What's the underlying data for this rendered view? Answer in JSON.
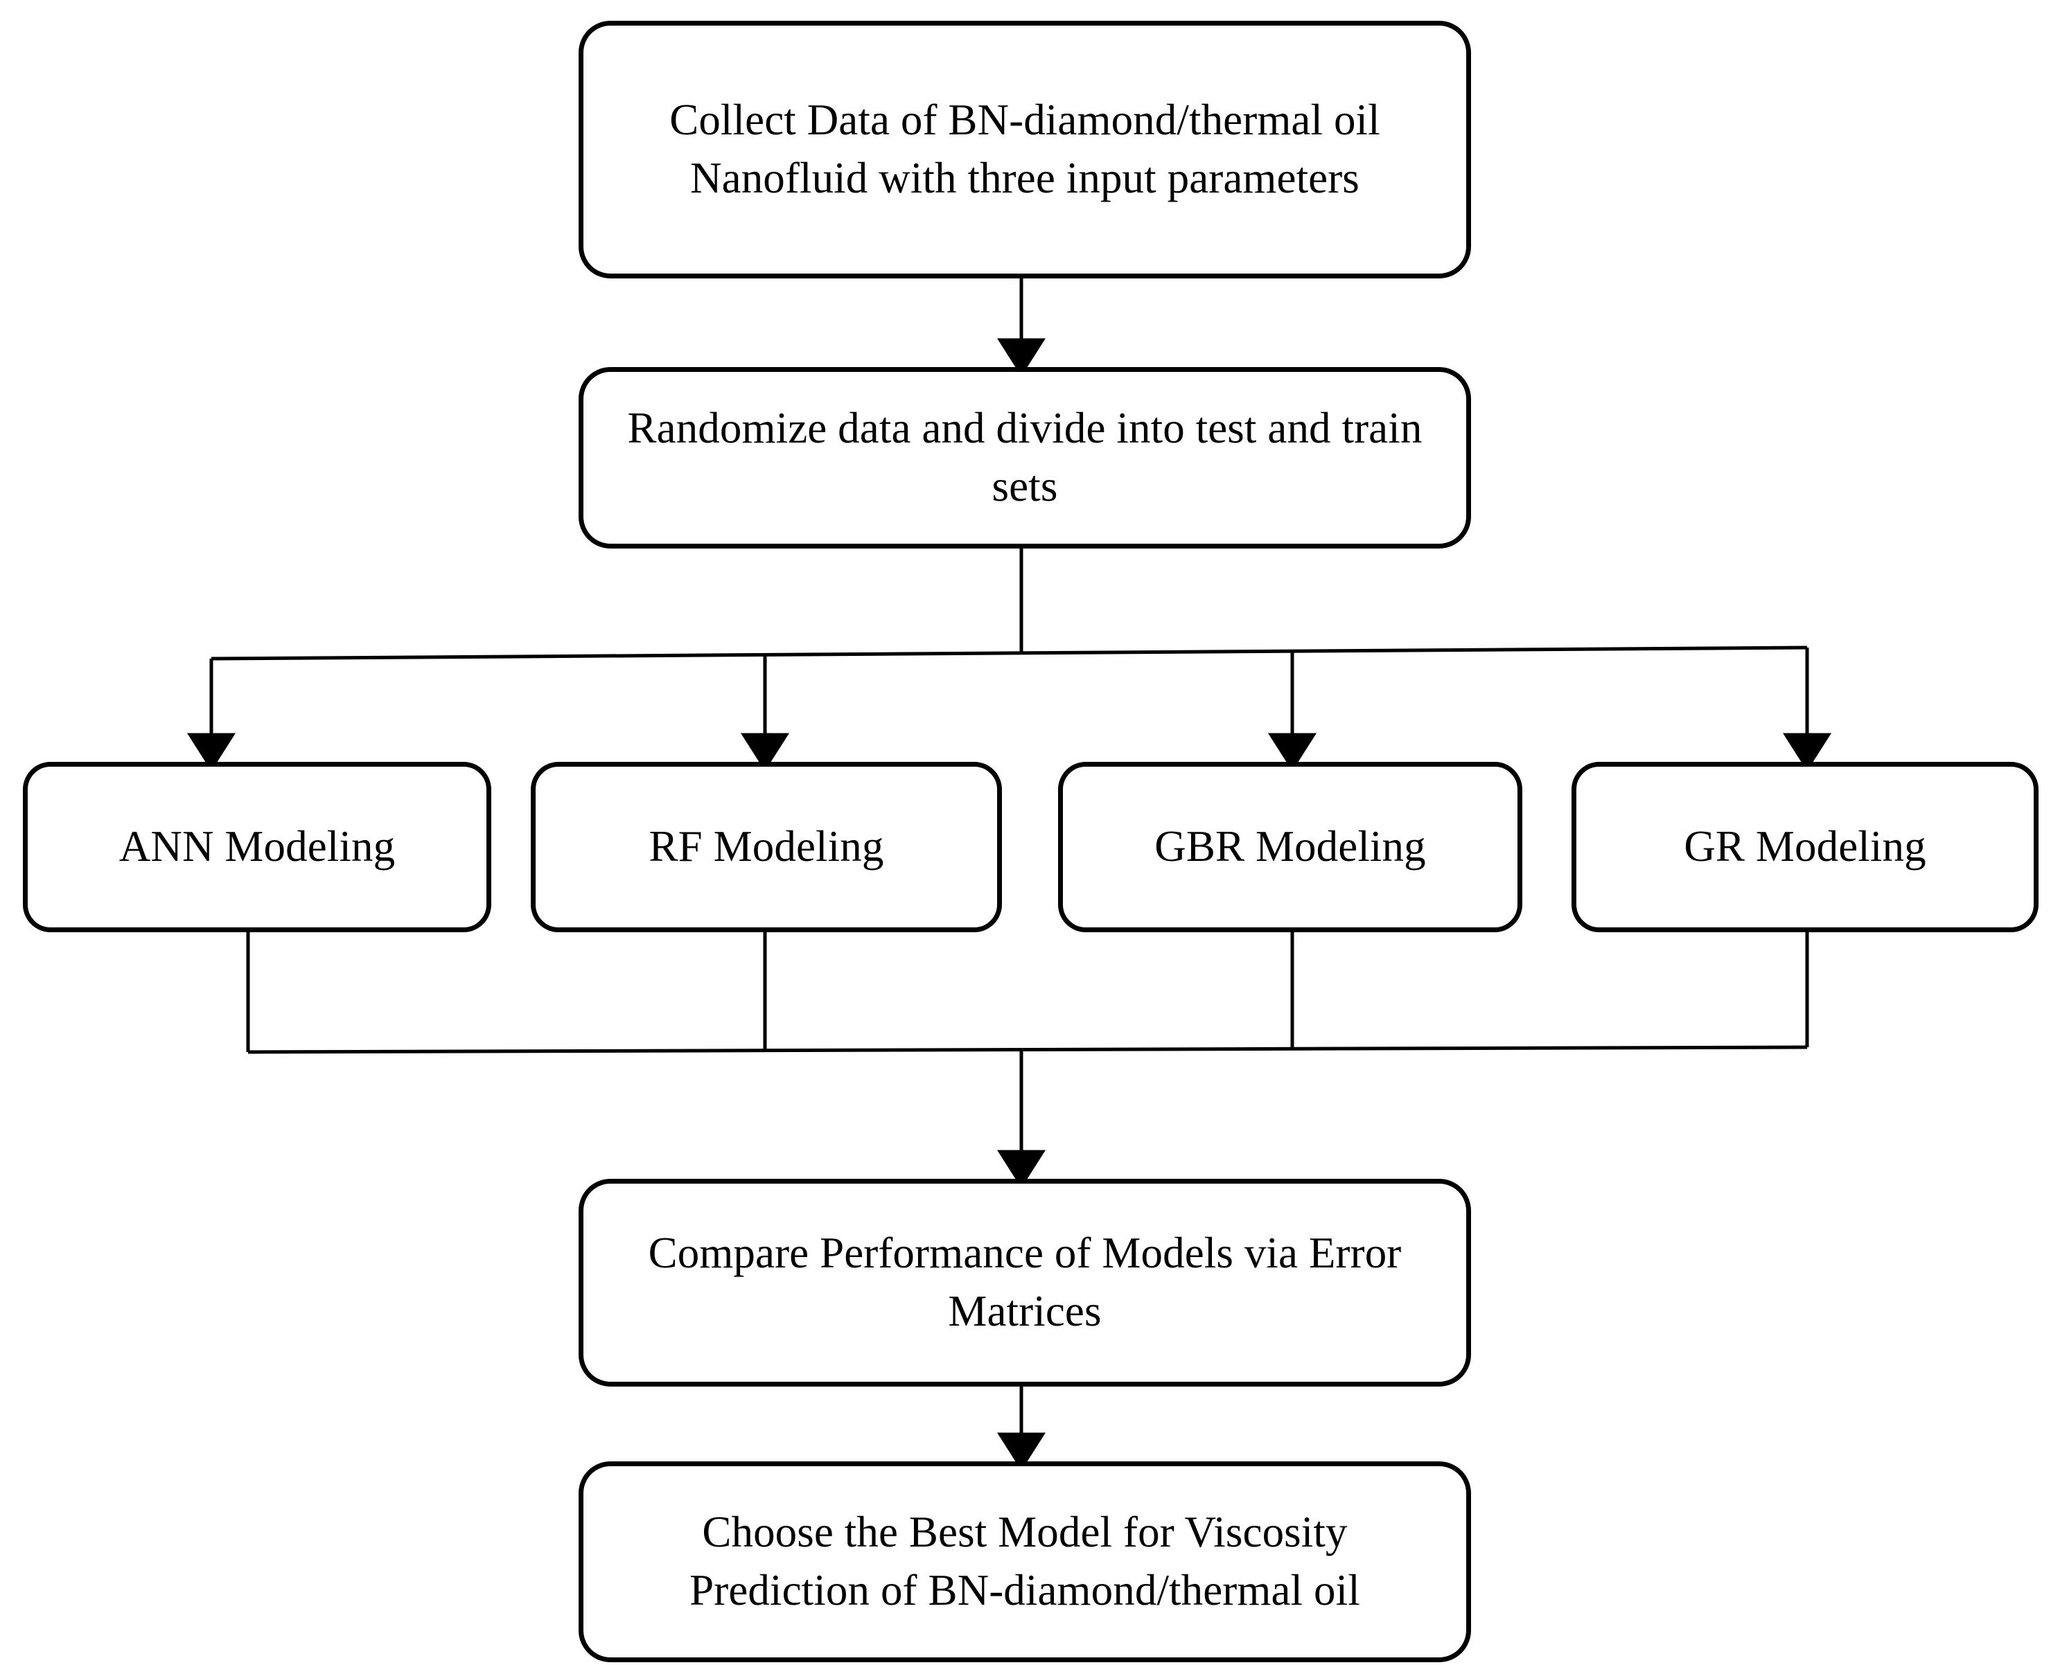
{
  "diagram": {
    "title": "Machine learning methodology flowchart for viscosity prediction",
    "background_color": "#ffffff",
    "line_color": "#000000",
    "box_border_color": "#000000",
    "box_fill_color": "#ffffff"
  },
  "nodes": {
    "collect": {
      "id": "collect-data",
      "label": "Collect Data of BN-diamond/thermal oil Nanofluid with three input parameters"
    },
    "randomize": {
      "id": "randomize-split",
      "label": "Randomize data and divide into test and train sets"
    },
    "ann": {
      "id": "ann-modeling",
      "label": "ANN Modeling"
    },
    "rf": {
      "id": "rf-modeling",
      "label": "RF Modeling"
    },
    "gbr": {
      "id": "gbr-modeling",
      "label": "GBR Modeling"
    },
    "gr": {
      "id": "gr-modeling",
      "label": "GR Modeling"
    },
    "compare": {
      "id": "compare-performance",
      "label": "Compare Performance of Models via Error Matrices"
    },
    "choose": {
      "id": "choose-best-model",
      "label": "Choose the Best Model for Viscosity Prediction of BN-diamond/thermal oil"
    }
  },
  "edges": [
    {
      "id": "edge-collect-to-randomize",
      "from": "collect",
      "to": "randomize",
      "arrow": true
    },
    {
      "id": "edge-randomize-to-bus",
      "from": "randomize",
      "to": "fanout-bus",
      "arrow": false
    },
    {
      "id": "edge-bus-to-ann",
      "from": "fanout-bus",
      "to": "ann",
      "arrow": true
    },
    {
      "id": "edge-bus-to-rf",
      "from": "fanout-bus",
      "to": "rf",
      "arrow": true
    },
    {
      "id": "edge-bus-to-gbr",
      "from": "fanout-bus",
      "to": "gbr",
      "arrow": true
    },
    {
      "id": "edge-bus-to-gr",
      "from": "fanout-bus",
      "to": "gr",
      "arrow": true
    },
    {
      "id": "edge-ann-to-merge",
      "from": "ann",
      "to": "merge-bus",
      "arrow": false
    },
    {
      "id": "edge-rf-to-merge",
      "from": "rf",
      "to": "merge-bus",
      "arrow": false
    },
    {
      "id": "edge-gbr-to-merge",
      "from": "gbr",
      "to": "merge-bus",
      "arrow": false
    },
    {
      "id": "edge-gr-to-merge",
      "from": "gr",
      "to": "merge-bus",
      "arrow": false
    },
    {
      "id": "edge-merge-to-compare",
      "from": "merge-bus",
      "to": "compare",
      "arrow": true
    },
    {
      "id": "edge-compare-to-choose",
      "from": "compare",
      "to": "choose",
      "arrow": true
    }
  ]
}
